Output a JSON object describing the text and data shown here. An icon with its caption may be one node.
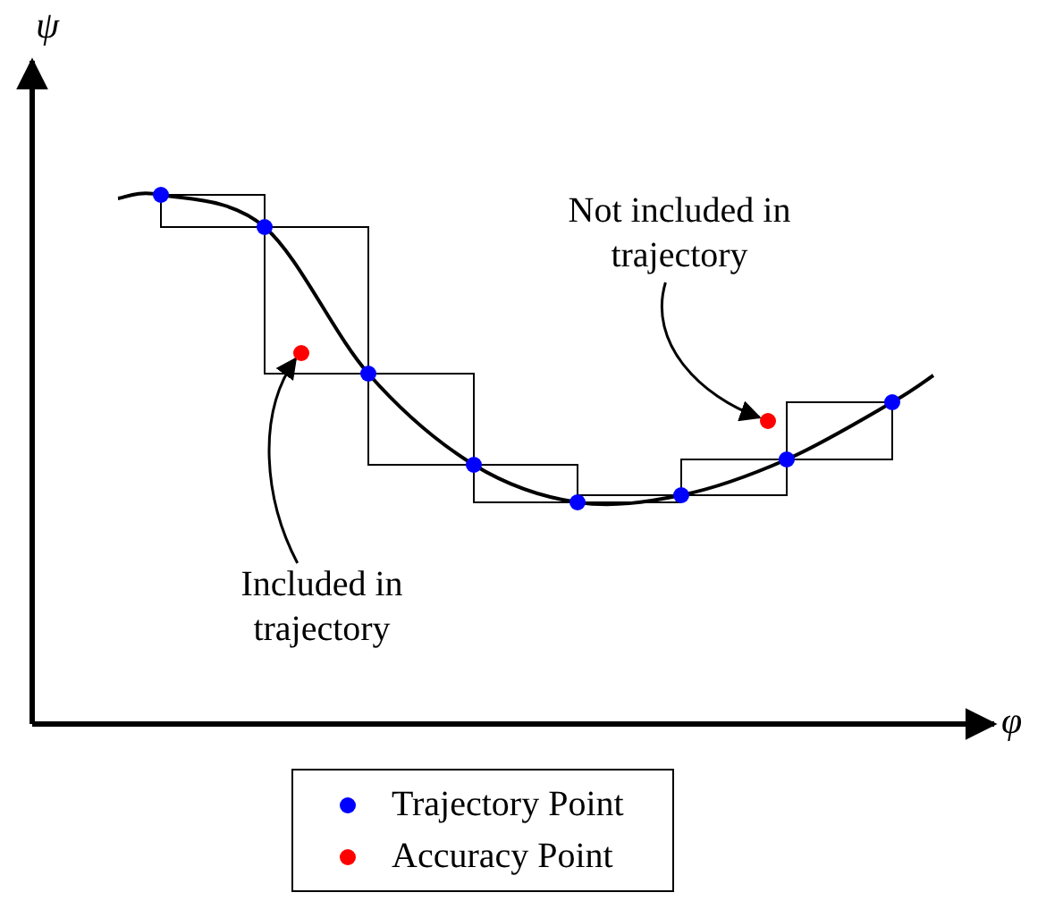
{
  "diagram": {
    "nodes": [
      {
        "text": [
          "Not included in trajectory"
        ]
      },
      {
        "text": [],
        "shape": "circle"
      },
      {
        "text": [],
        "shape": "circle"
      },
      {
        "text": [
          "Included in trajectory"
        ]
      }
    ],
    "edges": [
      {
        "from": 0,
        "to": 1,
        "arrow": "to"
      },
      {
        "from": 3,
        "to": 2,
        "arrow": "to"
      }
    ],
    "labels": [
      "ψ",
      "φ"
    ],
    "legend": [
      {
        "text": "Trajectory Point",
        "color": "#0000ff"
      },
      {
        "text": "Accuracy Point",
        "color": "#ff0000"
      }
    ]
  }
}
